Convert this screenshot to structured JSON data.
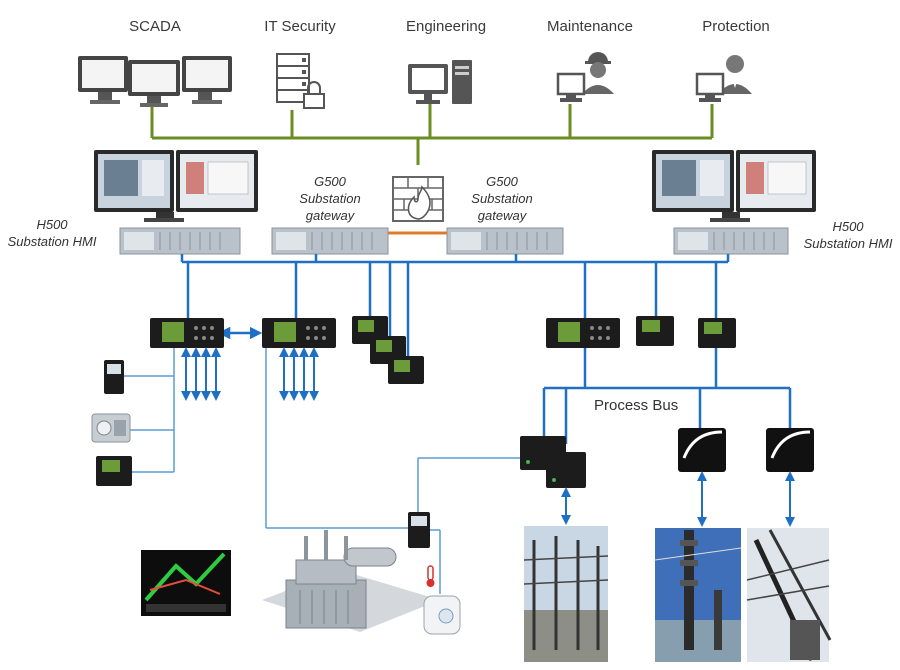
{
  "top_labels": {
    "scada": "SCADA",
    "it_security": "IT Security",
    "engineering": "Engineering",
    "maintenance": "Maintenance",
    "protection": "Protection"
  },
  "hmi_left": {
    "line1": "H500",
    "line2": "Substation HMI"
  },
  "hmi_right": {
    "line1": "H500",
    "line2": "Substation HMI"
  },
  "gateway_left": {
    "line1": "G500",
    "line2": "Substation",
    "line3": "gateway"
  },
  "gateway_right": {
    "line1": "G500",
    "line2": "Substation",
    "line3": "gateway"
  },
  "process_bus": "Process Bus",
  "colors": {
    "corporate_network": "#6b8e23",
    "station_bus": "#1f6fc5",
    "gateway_link": "#e07b2a",
    "thermometer": "#d9302c"
  }
}
